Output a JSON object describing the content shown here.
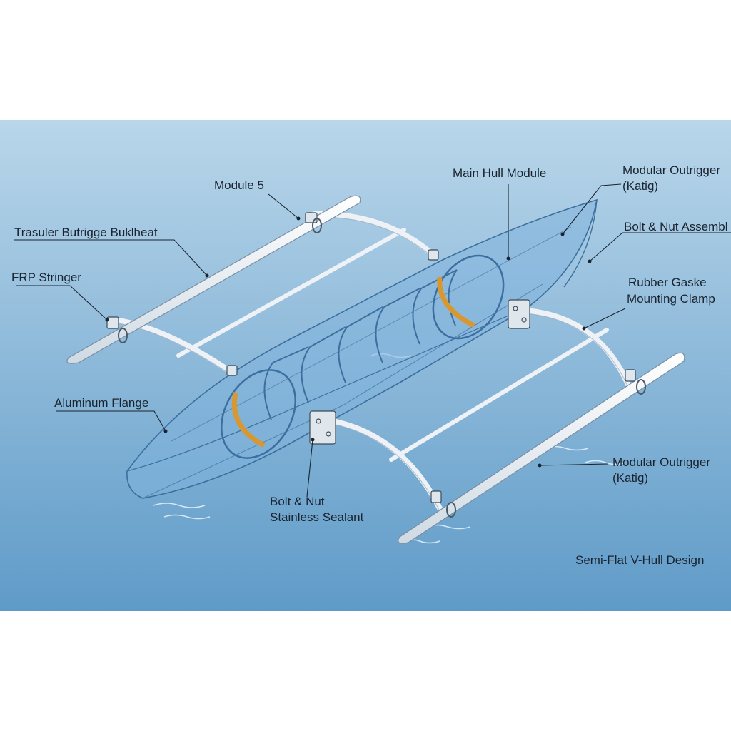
{
  "colors": {
    "water_top": "#b9d6ea",
    "water_bottom": "#5f9bc8",
    "hull_fill": "#7fb3dc",
    "frame": "#3c6f9f",
    "float": "#f4f6f8",
    "accent_band": "#d8982f",
    "leader": "#1a2430"
  },
  "labels": {
    "module5": "Module 5",
    "main_hull_module": "Main Hull Module",
    "modular_outrigger_top_l1": "Modular Outrigger",
    "modular_outrigger_top_l2": "(Katig)",
    "transverse_bulkhead": "Trasuler Butrigge Buklheat",
    "bolt_nut_assembly": "Bolt & Nut Assembl",
    "frp_stringer": "FRP Stringer",
    "rubber_gasket": "Rubber Gaske",
    "mounting_clamp": "Mounting Clamp",
    "aluminum_flange": "Aluminum Flange",
    "modular_outrigger_bottom_l1": "Modular Outrigger",
    "modular_outrigger_bottom_l2": "(Katig)",
    "bolt_nut_l1": "Bolt & Nut",
    "bolt_nut_l2": "Stainless Sealant",
    "hull_design": "Semi-Flat V-Hull Design"
  }
}
